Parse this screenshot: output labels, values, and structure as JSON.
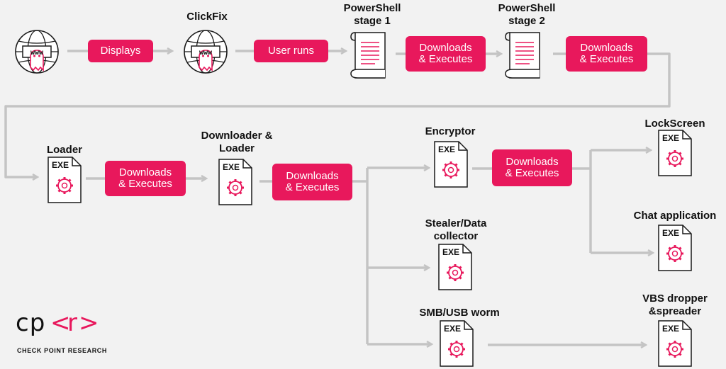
{
  "nodes": {
    "clickfix_label": "ClickFix",
    "ps1_label": "PowerShell\nstage 1",
    "ps2_label": "PowerShell\nstage 2",
    "loader_label": "Loader",
    "dl_loader_label": "Downloader &\nLoader",
    "encryptor_label": "Encryptor",
    "stealer_label": "Stealer/Data\ncollector",
    "worm_label": "SMB/USB worm",
    "lockscreen_label": "LockScreen",
    "chat_label": "Chat application",
    "vbs_label": "VBS dropper\n&spreader",
    "www_text": "www",
    "exe_text": "EXE"
  },
  "edges": {
    "displays": "Displays",
    "user_runs": "User runs",
    "dl_exec": "Downloads\n& Executes"
  },
  "logo": {
    "cp": "cp",
    "lt": "<",
    "r": "r",
    "gt": ">",
    "caption": "CHECK POINT RESEARCH"
  },
  "colors": {
    "accent": "#e8185c",
    "arrow": "#c4c4c4",
    "background": "#f2f2f2"
  }
}
